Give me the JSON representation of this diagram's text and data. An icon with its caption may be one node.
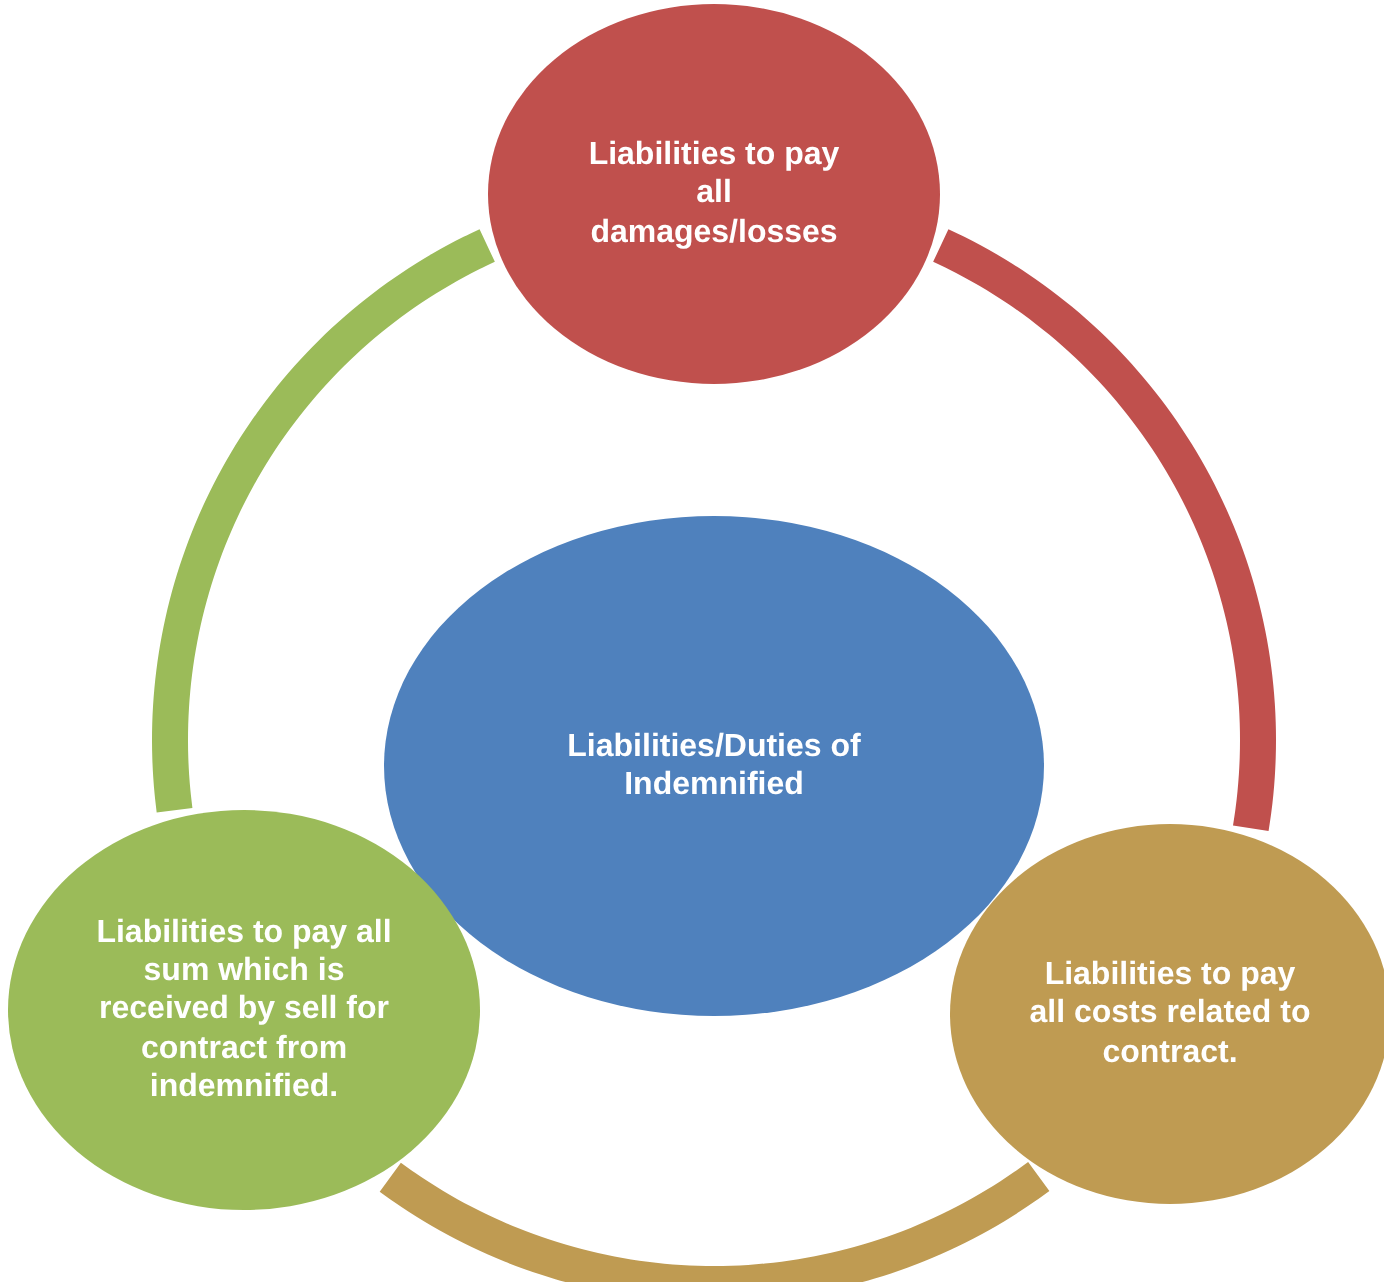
{
  "diagram": {
    "nodes": [
      {
        "text": [
          "Liabilities/Duties of Indemnified"
        ]
      },
      {
        "text": [
          "Liabilities to pay all damages/losses"
        ]
      },
      {
        "text": [
          "Liabilities to pay all costs related to contract."
        ]
      },
      {
        "text": [
          "Liabilities to pay all sum which is received by sell for contract from indemnified."
        ]
      }
    ],
    "edges": [
      {
        "from": 3,
        "to": 1,
        "arrow": "none",
        "color": "#9bbb59"
      },
      {
        "from": 1,
        "to": 2,
        "arrow": "none",
        "color": "#c0504d"
      },
      {
        "from": 2,
        "to": 3,
        "arrow": "none",
        "color": "#bf9b52"
      }
    ]
  }
}
